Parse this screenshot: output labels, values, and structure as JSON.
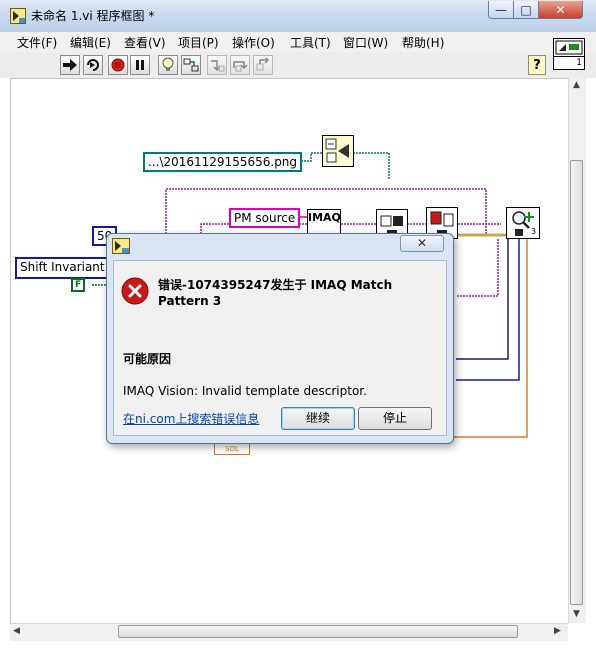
{
  "window": {
    "title": "未命名 1.vi 程序框图 *",
    "controls": {
      "minimize": "—",
      "maximize": "□",
      "close": "✕"
    }
  },
  "menu": {
    "items": [
      {
        "label": "文件(F)"
      },
      {
        "label": "编辑(E)"
      },
      {
        "label": "查看(V)"
      },
      {
        "label": "项目(P)"
      },
      {
        "label": "操作(O)"
      },
      {
        "label": "工具(T)"
      },
      {
        "label": "窗口(W)"
      },
      {
        "label": "帮助(H)"
      }
    ]
  },
  "toolbar": {
    "buttons": [
      "run-icon",
      "run-continuously-icon",
      "abort-icon",
      "pause-icon",
      "highlight-execution-icon",
      "retain-wire-values-icon",
      "step-into-icon",
      "step-over-icon",
      "step-out-icon"
    ],
    "help": "?",
    "connector_pane_label": "1"
  },
  "diagram": {
    "path_constant": "...\\20161129155656.png",
    "string_constant": "PM source",
    "numeric_constant": "50",
    "enum_constant": "Shift Invariant",
    "boolean_constant": "F",
    "imaq_node_label": "IMAQ",
    "small_node_label": "3",
    "footer_const": "SOL",
    "wire_colors": {
      "image": "#6d2c84",
      "path": "#007b7b",
      "string": "#e0006f",
      "numeric": "#0b1bb0",
      "enum": "#0b1bb0",
      "boolean": "#0b6f19",
      "error": "#c9a54a",
      "orange": "#e07b1b"
    }
  },
  "dialog": {
    "close": "✕",
    "title": "错误-1074395247发生于 IMAQ Match Pattern 3",
    "cause_header": "可能原因",
    "detail": "IMAQ Vision:  Invalid template descriptor.",
    "link": "在ni.com上搜索错误信息",
    "continue_label": "继续",
    "stop_label": "停止",
    "colors": {
      "frame": "#d9e5f3",
      "icon": "#c8191a"
    }
  }
}
